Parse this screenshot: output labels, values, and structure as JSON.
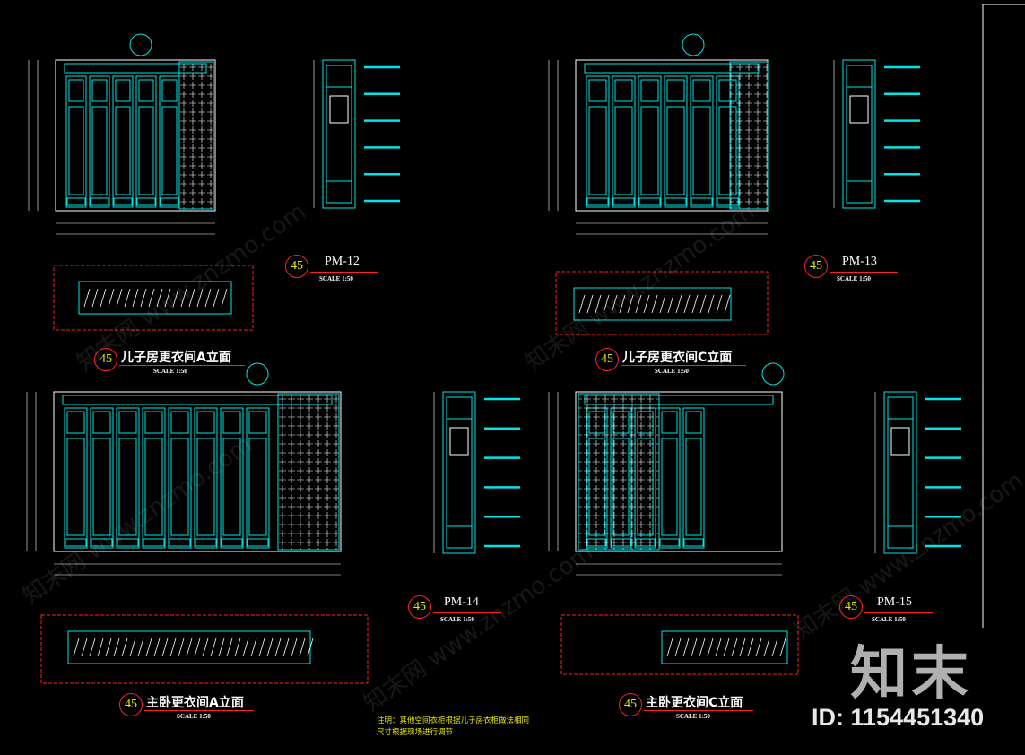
{
  "drawings": [
    {
      "code": "PM-12",
      "number": "45",
      "scale": "SCALE  1:50",
      "title": "儿子房更衣间A立面",
      "marker": "PM-12"
    },
    {
      "code": "PM-13",
      "number": "45",
      "scale": "SCALE  1:50",
      "title": "儿子房更衣间C立面",
      "marker": "PM-13"
    },
    {
      "code": "PM-14",
      "number": "45",
      "scale": "SCALE  1:50",
      "title": "主卧更衣间A立面",
      "marker": "PM-14"
    },
    {
      "code": "PM-15",
      "number": "45",
      "scale": "SCALE  1:50",
      "title": "主卧更衣间C立面",
      "marker": "PM-15"
    }
  ],
  "note": {
    "line1": "注明：其他空间衣柜根据儿子房衣柜做法相同",
    "line2": "尺寸根据现场进行调节"
  },
  "watermark": {
    "brand": "知末",
    "id": "ID: 1154451340",
    "text": "知末网 www.znzmo.com"
  },
  "colors": {
    "line": "#00e5e5",
    "frame": "#ff2020",
    "text": "#ffffff",
    "number": "#e8e800",
    "background": "#000000"
  }
}
